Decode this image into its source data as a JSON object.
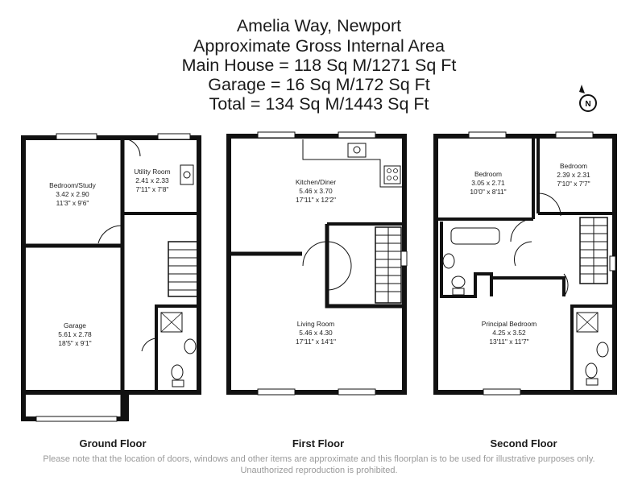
{
  "header": {
    "lines": [
      "Amelia Way, Newport",
      "Approximate Gross Internal Area",
      "Main House = 118 Sq M/1271 Sq Ft",
      "Garage = 16 Sq M/172 Sq Ft",
      "Total = 134 Sq M/1443 Sq Ft"
    ]
  },
  "compass": {
    "letter": "N",
    "icon": "compass-north-icon"
  },
  "floors": {
    "ground": {
      "label": "Ground Floor",
      "rooms": {
        "bedroom_study": {
          "name": "Bedroom/Study",
          "metric": "3.42 x 2.90",
          "imperial": "11'3\" x 9'6\""
        },
        "utility": {
          "name": "Utility Room",
          "metric": "2.41 x 2.33",
          "imperial": "7'11\" x 7'8\""
        },
        "garage": {
          "name": "Garage",
          "metric": "5.61 x 2.78",
          "imperial": "18'5\" x 9'1\""
        }
      }
    },
    "first": {
      "label": "First Floor",
      "rooms": {
        "kitchen": {
          "name": "Kitchen/Diner",
          "metric": "5.46 x 3.70",
          "imperial": "17'11\" x 12'2\""
        },
        "living": {
          "name": "Living Room",
          "metric": "5.46 x 4.30",
          "imperial": "17'11\" x 14'1\""
        }
      }
    },
    "second": {
      "label": "Second Floor",
      "rooms": {
        "bedroom1": {
          "name": "Bedroom",
          "metric": "3.05 x 2.71",
          "imperial": "10'0\" x 8'11\""
        },
        "bedroom2": {
          "name": "Bedroom",
          "metric": "2.39 x 2.31",
          "imperial": "7'10\" x 7'7\""
        },
        "principal": {
          "name": "Principal Bedroom",
          "metric": "4.25 x 3.52",
          "imperial": "13'11\" x 11'7\""
        }
      }
    }
  },
  "disclaimer": "Please note that the location of doors, windows and other items are approximate and this floorplan is to be used for illustrative purposes only. Unauthorized reproduction is prohibited."
}
